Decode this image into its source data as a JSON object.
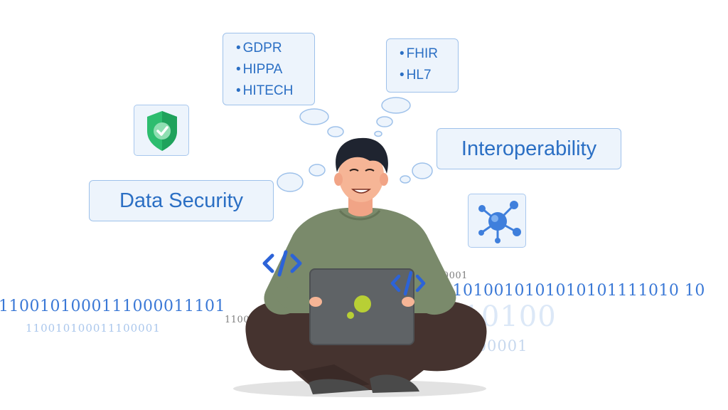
{
  "compliance_bubble": {
    "items": [
      "GDPR",
      "HIPPA",
      "HITECH"
    ]
  },
  "standards_bubble": {
    "items": [
      "FHIR",
      "HL7"
    ]
  },
  "interoperability_bubble": {
    "label": "Interoperability"
  },
  "data_security_bubble": {
    "label": "Data Security"
  },
  "icons": {
    "shield": "shield-check-icon",
    "network": "network-hub-icon",
    "code_left": "code-brackets-icon",
    "code_right": "code-brackets-icon",
    "laptop_logo": "laptop-logo"
  },
  "binary_streams": {
    "left_main": "1100101000111000011101",
    "left_sub": "110010100011100001",
    "right_main": "01010010101010101111010 10",
    "right_big": "010100",
    "laptop_top": "110010100011100001",
    "laptop_left": "1100101000111000001",
    "bottom": "110010100011100001"
  },
  "colors": {
    "bubble_fill": "#edf4fc",
    "bubble_border": "#9ec1ea",
    "bubble_text": "#2b6fc4",
    "shield_green": "#2dbd6f",
    "network_blue": "#3f7fdc",
    "code_blue": "#2c63d8",
    "shirt": "#7a8a6b",
    "pants": "#45332f",
    "laptop": "#5f6366",
    "logo_green": "#b8cf35"
  }
}
